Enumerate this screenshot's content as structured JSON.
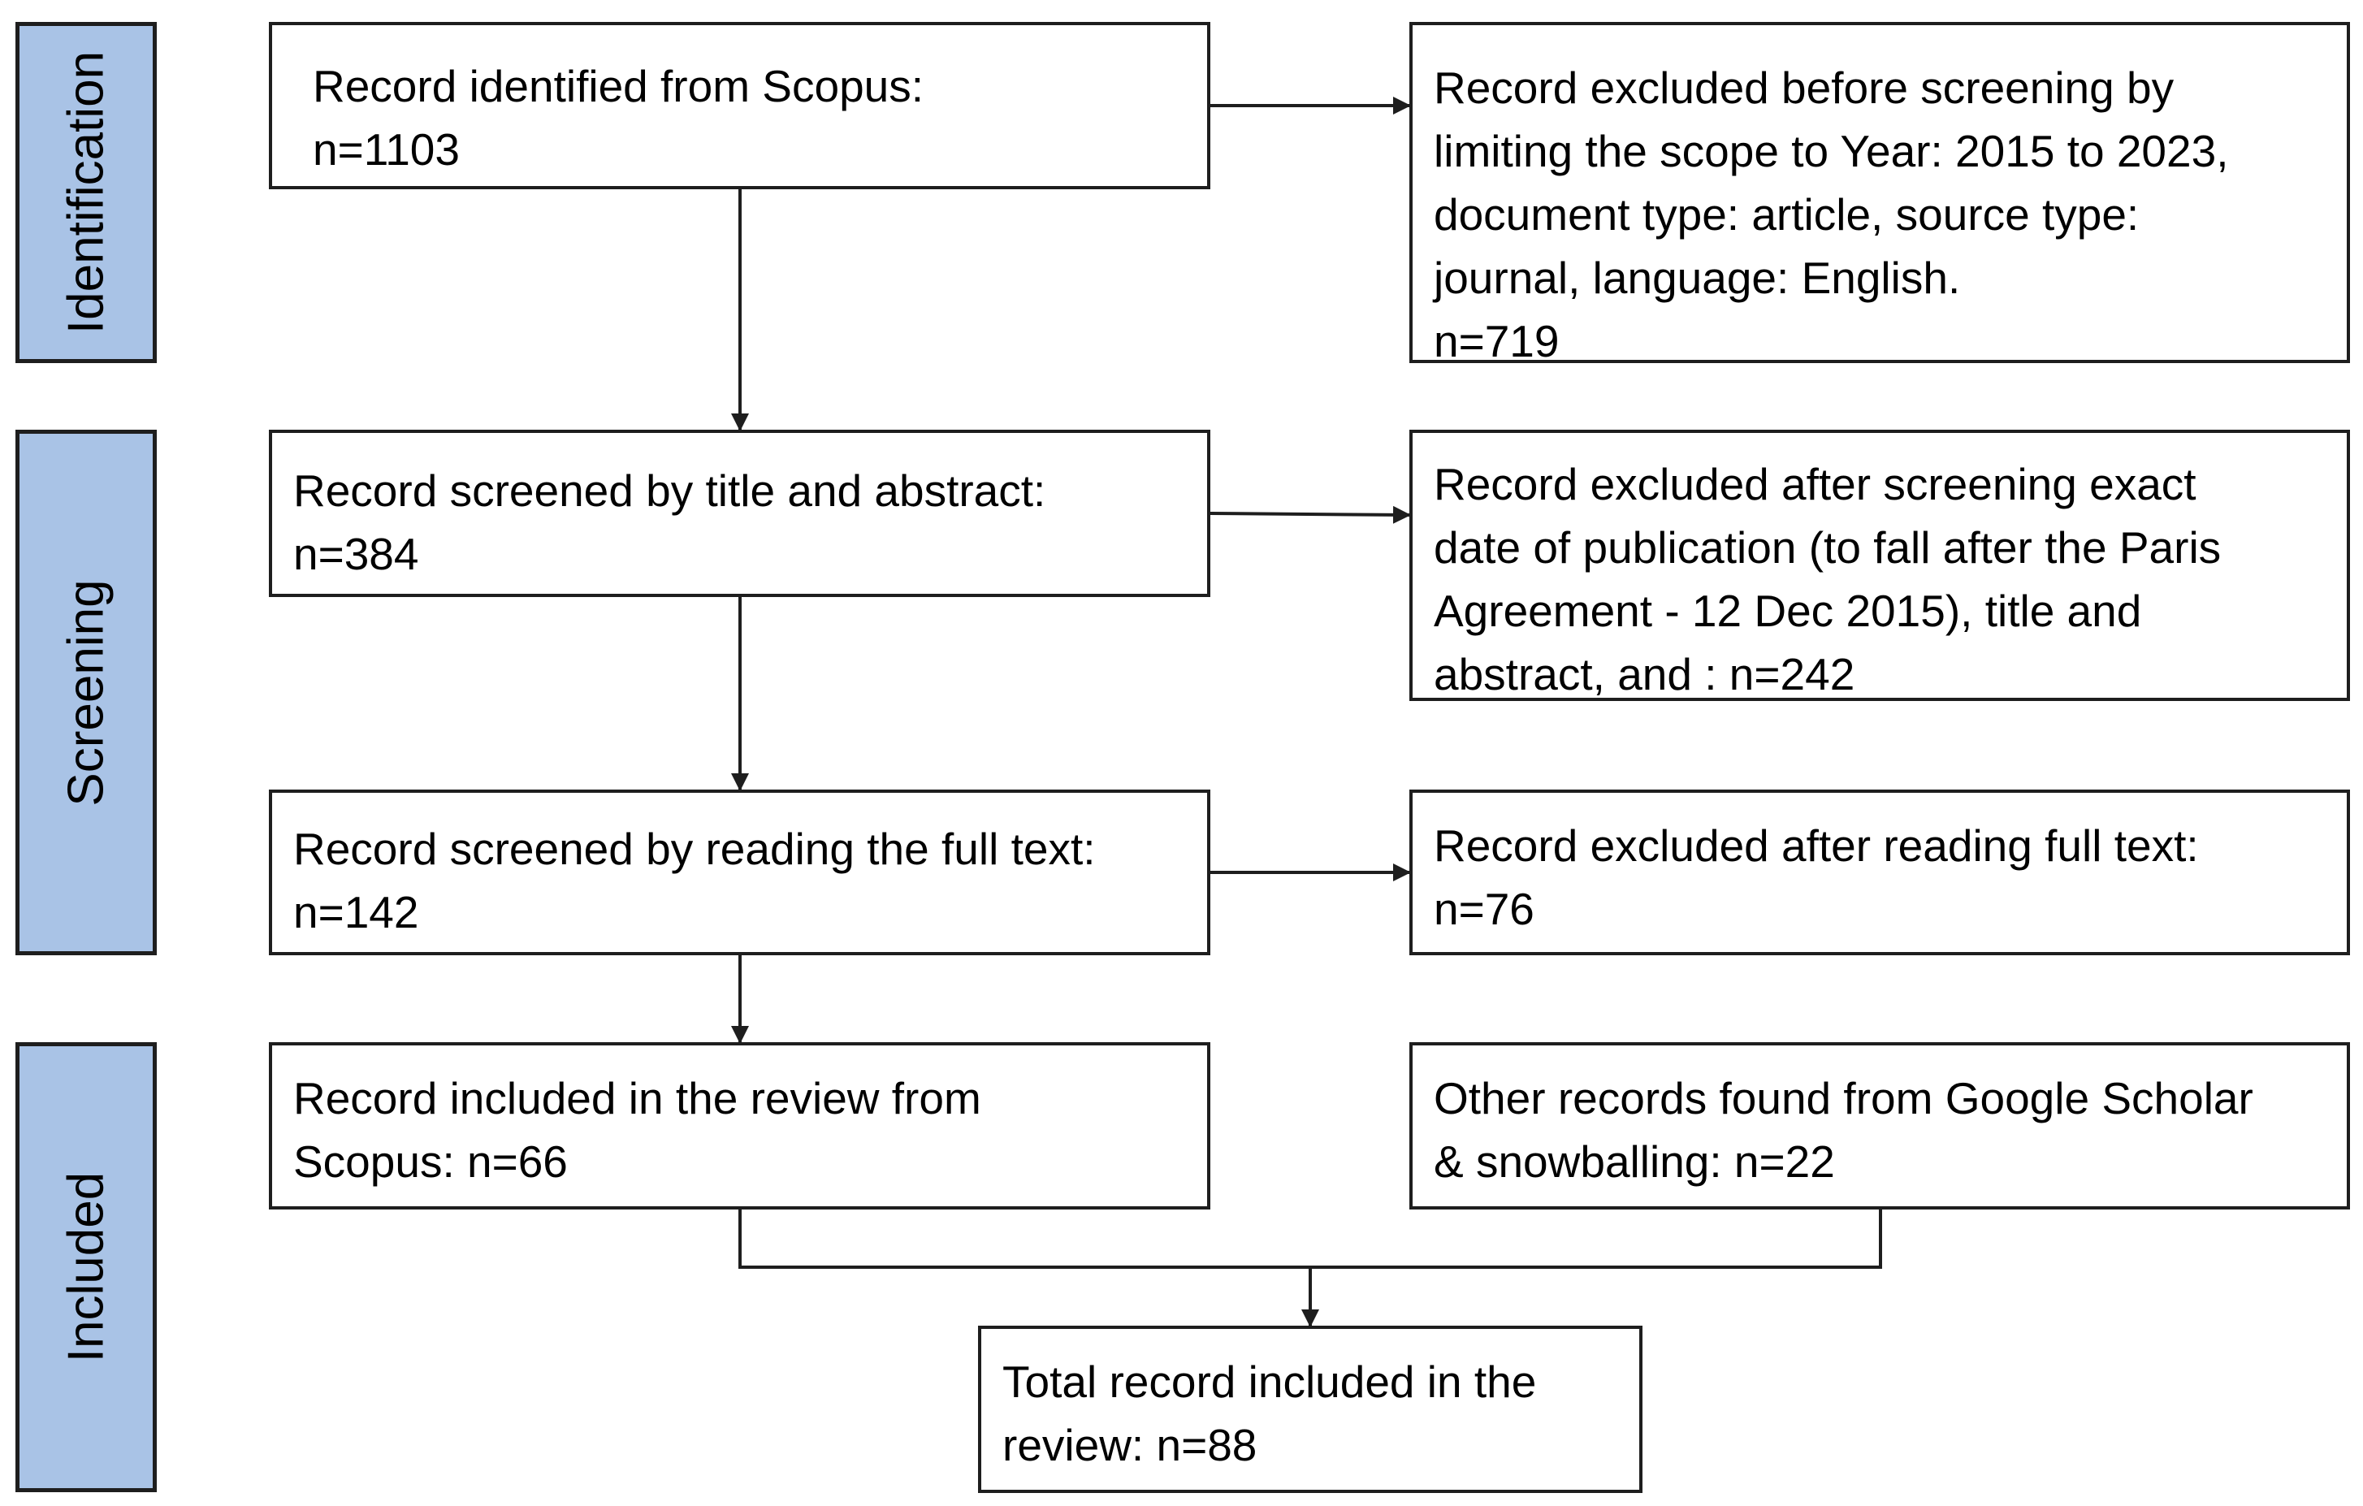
{
  "stages": {
    "identification": "Identification",
    "screening": "Screening",
    "included": "Included"
  },
  "boxes": {
    "identified": {
      "title": "Record identified from Scopus:",
      "count": "n=1103"
    },
    "excluded_before_screening": {
      "lines": [
        "Record excluded before screening by",
        "limiting the scope to Year: 2015 to 2023,",
        "document type: article, source type:",
        "journal, language: English."
      ],
      "count": "n=719"
    },
    "screened_title_abstract": {
      "title": "Record screened by title and abstract:",
      "count": "n=384"
    },
    "excluded_after_screening": {
      "lines": [
        "Record excluded after screening exact",
        "date of publication (to fall after the Paris",
        "Agreement - 12 Dec 2015), title and",
        "abstract, and : n=242"
      ]
    },
    "screened_full_text": {
      "title": "Record screened by reading the full text:",
      "count": "n=142"
    },
    "excluded_full_text": {
      "title": "Record excluded after reading full text:",
      "count": "n=76"
    },
    "included_scopus": {
      "lines": [
        "Record included in the review from",
        "Scopus: n=66"
      ]
    },
    "other_records": {
      "lines": [
        "Other records found from Google Scholar",
        "& snowballing: n=22"
      ]
    },
    "total_included": {
      "lines": [
        "Total record included in the",
        "review: n=88"
      ]
    }
  },
  "colors": {
    "stage_fill": "#a9c3e6",
    "border": "#1e1e1e",
    "box_fill": "#ffffff"
  }
}
